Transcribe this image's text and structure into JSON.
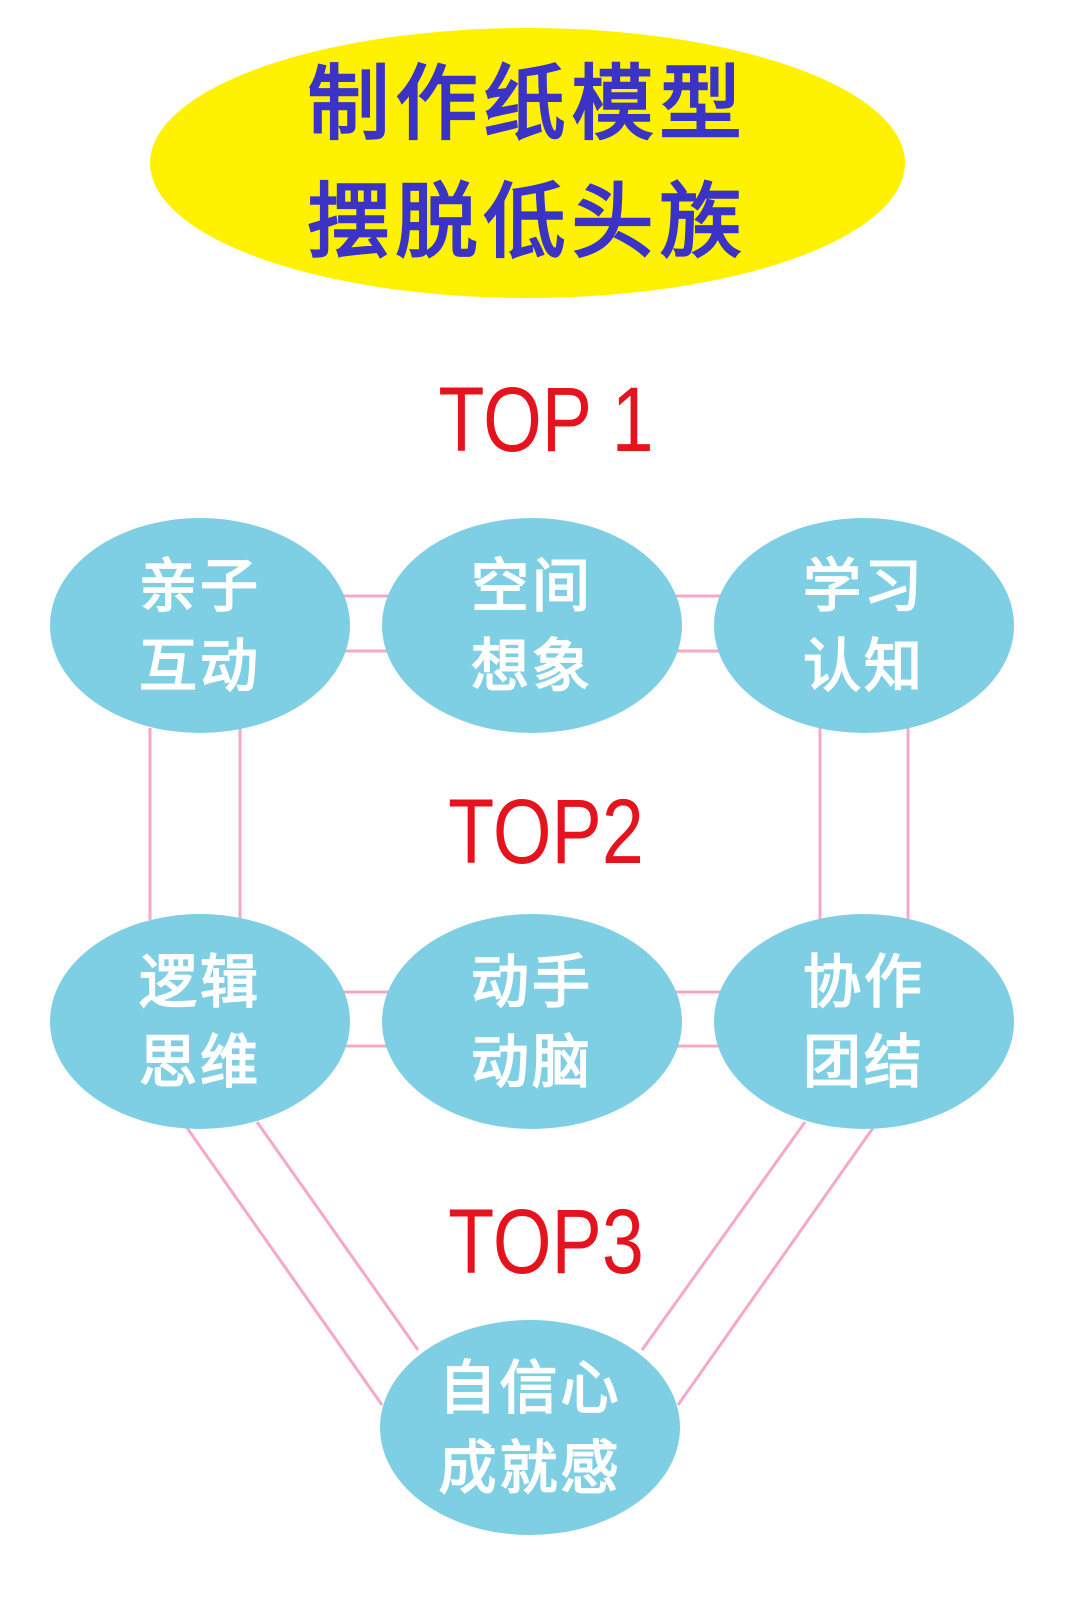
{
  "title": {
    "line1": "制作纸模型",
    "line2": "摆脱低头族"
  },
  "tiers": {
    "top1": "TOP 1",
    "top2": "TOP2",
    "top3": "TOP3"
  },
  "nodes": {
    "parent_child": {
      "line1": "亲子",
      "line2": "互动"
    },
    "spatial": {
      "line1": "空间",
      "line2": "想象"
    },
    "learning": {
      "line1": "学习",
      "line2": "认知"
    },
    "logic": {
      "line1": "逻辑",
      "line2": "思维"
    },
    "hands_on": {
      "line1": "动手",
      "line2": "动脑"
    },
    "teamwork": {
      "line1": "协作",
      "line2": "团结"
    },
    "confidence": {
      "line1": "自信心",
      "line2": "成就感"
    }
  },
  "colors": {
    "title_bg": "#fff200",
    "title_text": "#3a33c6",
    "tier_text": "#e5131d",
    "node_bg": "#7fcfe4",
    "node_text": "#ffffff",
    "connector": "#f5a8c8"
  }
}
